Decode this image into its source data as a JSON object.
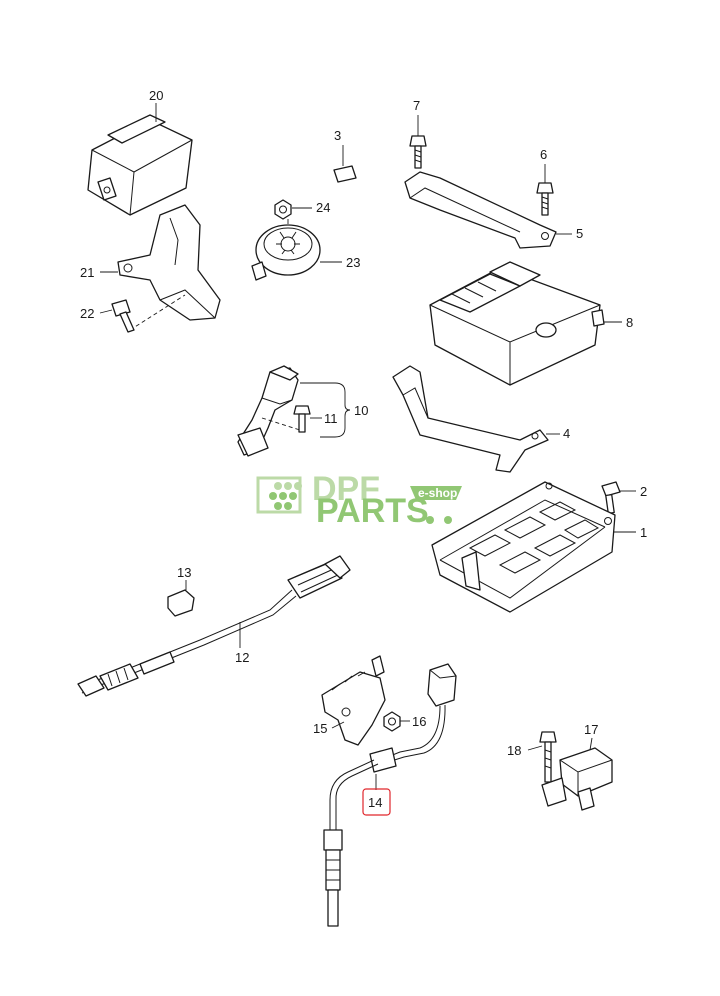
{
  "callouts": {
    "p1": "1",
    "p2": "2",
    "p3": "3",
    "p4": "4",
    "p5": "5",
    "p6": "6",
    "p7": "7",
    "p8": "8",
    "p10": "10",
    "p11": "11",
    "p12": "12",
    "p13": "13",
    "p14": "14",
    "p15": "15",
    "p16": "16",
    "p17": "17",
    "p18": "18",
    "p20": "20",
    "p21": "21",
    "p22": "22",
    "p23": "23",
    "p24": "24"
  },
  "highlighted_part": "14",
  "highlight_color": "#e0262b",
  "watermark": {
    "line1": "DPF",
    "line2": "PARTS",
    "badge": "e-shop",
    "colors": {
      "light_green": "#b9d9a3",
      "green": "#8cc56d"
    }
  }
}
